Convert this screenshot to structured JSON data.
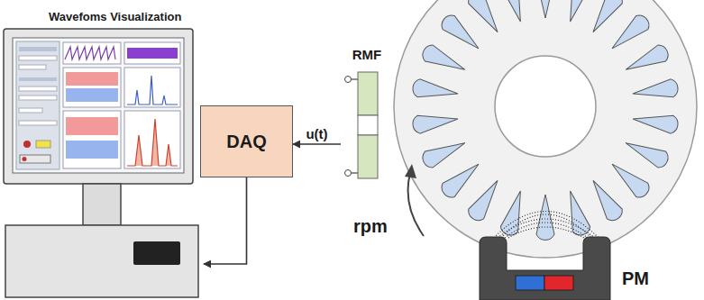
{
  "diagram": {
    "nodes": [
      {
        "text": [
          "Wavefoms Visualization"
        ]
      },
      {
        "text": [
          "DAQ"
        ]
      },
      {
        "text": [
          "RMF"
        ]
      },
      {
        "text": [
          "PM"
        ]
      }
    ],
    "edges": [
      {
        "from": 2,
        "to": 1,
        "label": "u(t)",
        "arrow": "to"
      },
      {
        "from": 1,
        "to": 0,
        "arrow": "to"
      }
    ],
    "labels": [
      "rpm"
    ]
  }
}
